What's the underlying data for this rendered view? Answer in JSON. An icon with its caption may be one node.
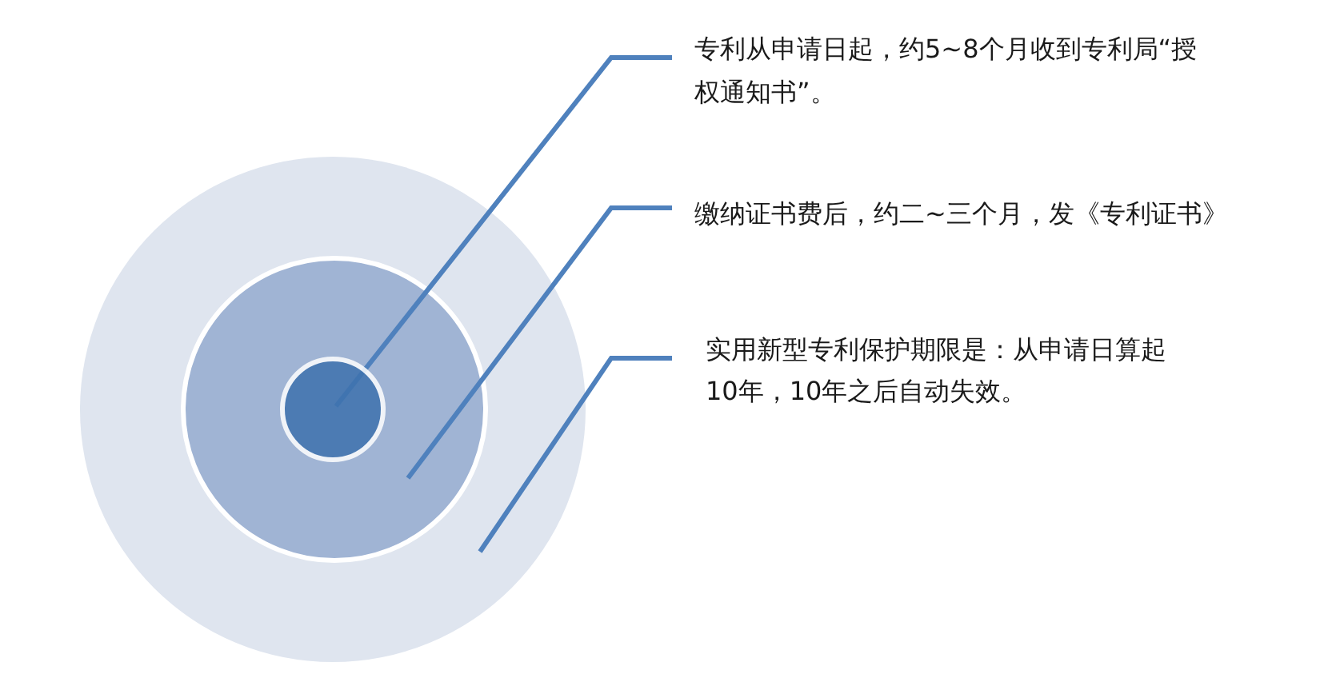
{
  "diagram": {
    "nodes": [
      {
        "text": [],
        "shape": "circle"
      },
      {
        "text": [],
        "shape": "circle",
        "in": 0
      },
      {
        "text": [],
        "shape": "circle",
        "in": 1
      },
      {
        "text": [
          "专利从申请日起，约5~8个月收到专利局“授权通知书”。"
        ]
      },
      {
        "text": [
          "缴纳证书费后，约二~三个月，发《专利证书》"
        ]
      },
      {
        "text": [
          "实用新型专利保护期限是：从申请日算起10年，10年之后自动失效。"
        ]
      }
    ],
    "edges": [
      {
        "from": 3,
        "to": 2,
        "arrow": "none"
      },
      {
        "from": 4,
        "to": 1,
        "arrow": "none"
      },
      {
        "from": 5,
        "to": 0,
        "arrow": "none"
      }
    ]
  }
}
